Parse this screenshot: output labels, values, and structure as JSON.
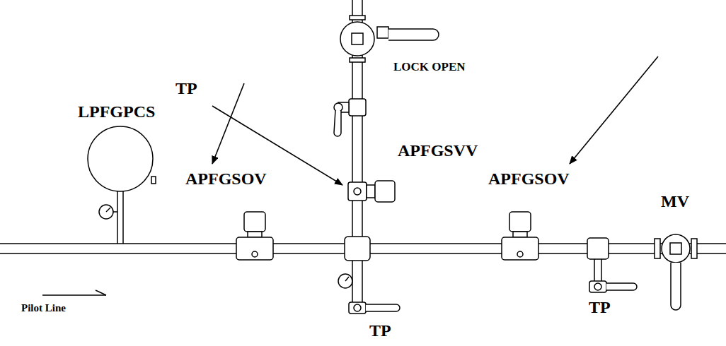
{
  "diagram": {
    "labels": [
      "TP",
      "LOCK OPEN",
      "LPFGPCS",
      "APFGSVV",
      "APFGSOV",
      "APFGSOV",
      "MV",
      "Pilot Line",
      "TP",
      "TP"
    ]
  }
}
